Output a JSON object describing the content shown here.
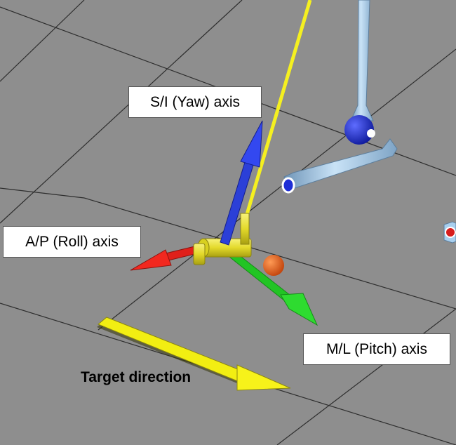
{
  "labels": {
    "yaw_axis": "S/I (Yaw) axis",
    "roll_axis": "A/P (Roll) axis",
    "pitch_axis": "M/L (Pitch) axis",
    "target_direction": "Target direction"
  },
  "colors": {
    "floor": "#8e8e8e",
    "grid_line": "#2e2e2e",
    "yaw_arrow": "#2b3fd8",
    "roll_arrow": "#e0201a",
    "pitch_arrow": "#22c424",
    "target_arrow": "#f2ee12",
    "cylinder": "#e6df2a",
    "bone": "#a8cfee",
    "joint_marker": "#1f2fd6",
    "sphere": "#e8601a"
  }
}
